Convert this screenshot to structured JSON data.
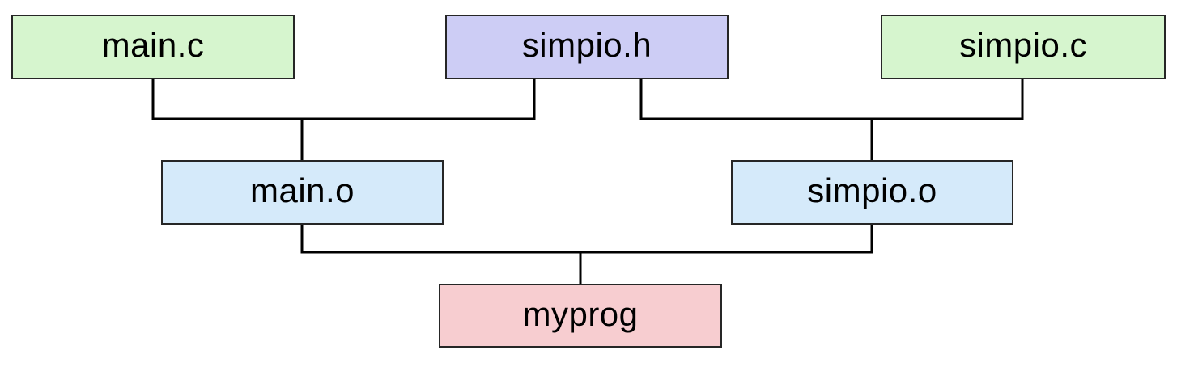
{
  "diagram": {
    "description": "Build dependency diagram for program myprog",
    "colors": {
      "source": "#d6f5ce",
      "header": "#cdcdf5",
      "object": "#d5eafa",
      "program": "#f7cdd0",
      "border": "#262626",
      "line": "#000000",
      "text": "#000000",
      "background": "#ffffff"
    },
    "nodes": [
      {
        "id": "main-c",
        "label": "main.c",
        "type": "source",
        "row": "top"
      },
      {
        "id": "simpio-h",
        "label": "simpio.h",
        "type": "header",
        "row": "top"
      },
      {
        "id": "simpio-c",
        "label": "simpio.c",
        "type": "source",
        "row": "top"
      },
      {
        "id": "main-o",
        "label": "main.o",
        "type": "object",
        "row": "middle"
      },
      {
        "id": "simpio-o",
        "label": "simpio.o",
        "type": "object",
        "row": "middle"
      },
      {
        "id": "myprog",
        "label": "myprog",
        "type": "program",
        "row": "bottom"
      }
    ],
    "edges": [
      {
        "from": "main.c",
        "to": "main.o"
      },
      {
        "from": "simpio.h",
        "to": "main.o"
      },
      {
        "from": "simpio.h",
        "to": "simpio.o"
      },
      {
        "from": "simpio.c",
        "to": "simpio.o"
      },
      {
        "from": "main.o",
        "to": "myprog"
      },
      {
        "from": "simpio.o",
        "to": "myprog"
      }
    ]
  }
}
